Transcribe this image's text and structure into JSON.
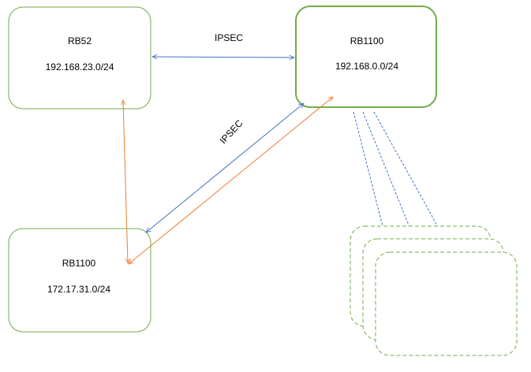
{
  "nodes": {
    "rb52": {
      "name": "RB52",
      "subnet": "192.168.23.0/24"
    },
    "rb1100_main": {
      "name": "RB1100",
      "subnet": "192.168.0.0/24"
    },
    "rb1100_branch": {
      "name": "RB1100",
      "subnet": "172.17.31.0/24"
    }
  },
  "links": {
    "ipsec_top": {
      "label": "IPSEC"
    },
    "ipsec_diag": {
      "label": "IPSEC"
    }
  },
  "colors": {
    "node_border": "#70ad47",
    "ipsec_link": "#4472c4",
    "orange_link": "#ed7d31",
    "dashed_link": "#4472c4",
    "cluster_border": "#70ad47"
  }
}
